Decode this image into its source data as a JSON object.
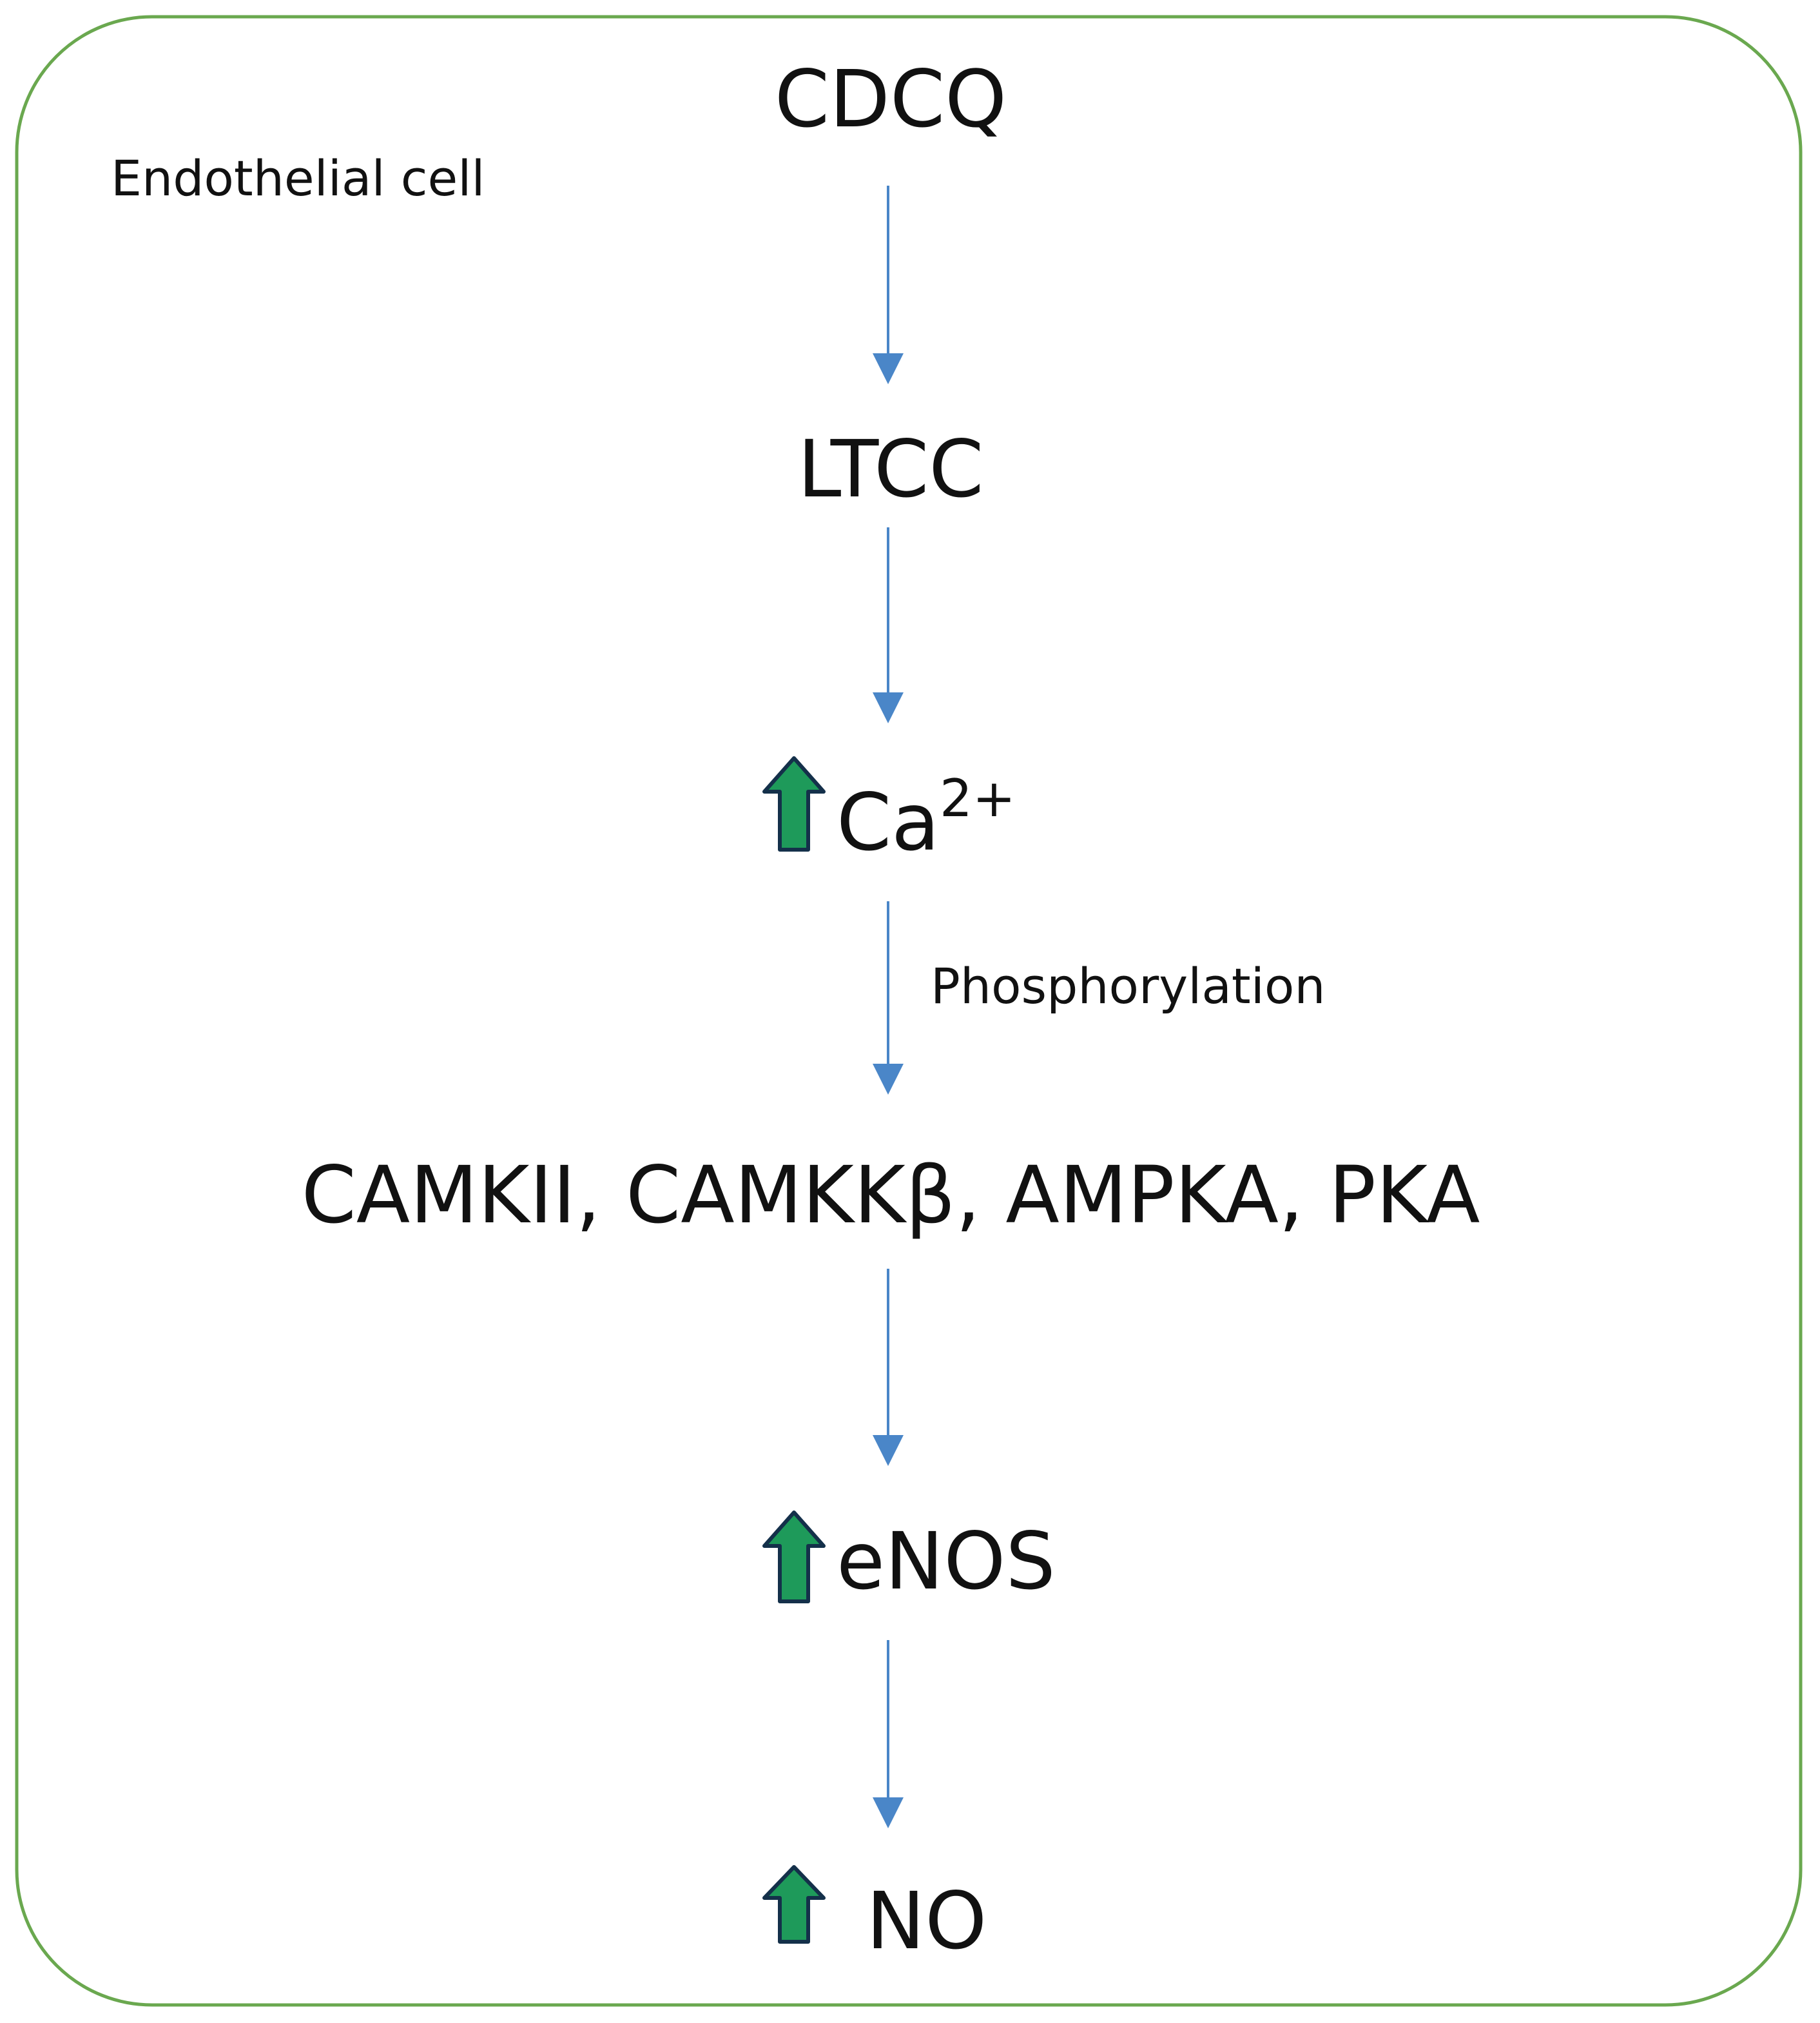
{
  "container_label": "Endothelial cell",
  "nodes": [
    {
      "id": "cdcq",
      "label": "CDCQ",
      "increase": false
    },
    {
      "id": "ltcc",
      "label": "LTCC",
      "increase": false
    },
    {
      "id": "ca",
      "label": "Ca",
      "superscript": "2+",
      "increase": true
    },
    {
      "id": "kinases",
      "label": "CAMKII, CAMKKβ, AMPKA, PKA",
      "increase": false
    },
    {
      "id": "enos",
      "label": "eNOS",
      "increase": true
    },
    {
      "id": "no",
      "label": "NO",
      "increase": true
    }
  ],
  "edges": [
    {
      "from": "cdcq",
      "to": "ltcc",
      "label": ""
    },
    {
      "from": "ltcc",
      "to": "ca",
      "label": ""
    },
    {
      "from": "ca",
      "to": "kinases",
      "label": "Phosphorylation"
    },
    {
      "from": "kinases",
      "to": "enos",
      "label": ""
    },
    {
      "from": "enos",
      "to": "no",
      "label": ""
    }
  ],
  "colors": {
    "border": "#6aa84f",
    "arrow": "#4a86c8",
    "increase_fill": "#1e9a5a",
    "increase_stroke": "#14304a",
    "text": "#111111"
  },
  "icons": {
    "increase": "up-arrow-icon"
  }
}
